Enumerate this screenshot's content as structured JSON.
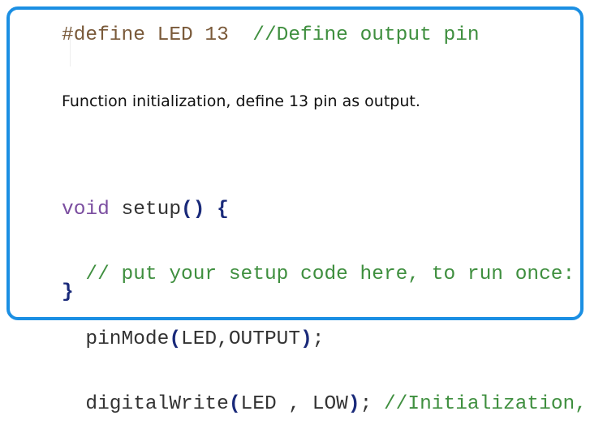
{
  "define_line": {
    "directive": "#define LED 13",
    "comment": "//Define output pin"
  },
  "description": "Function initialization, define 13 pin as output.",
  "setup": {
    "keyword": "void",
    "signature": " setup",
    "parens": "()",
    "open_brace": " {",
    "comment1": "  // put your setup code here, to run once:",
    "pinmode_call": "  pinMode",
    "pinmode_args": "LED,OUTPUT",
    "digitalwrite_call": "  digitalWrite",
    "digitalwrite_args": "LED , LOW",
    "semicolon": ";",
    "comment2": " //Initialization,",
    "close_brace": "}"
  },
  "colors": {
    "border": "#1b8fe3",
    "comment": "#3f8f3f",
    "keyword": "#7b4ea0",
    "preprocessor": "#7a5a3a"
  }
}
